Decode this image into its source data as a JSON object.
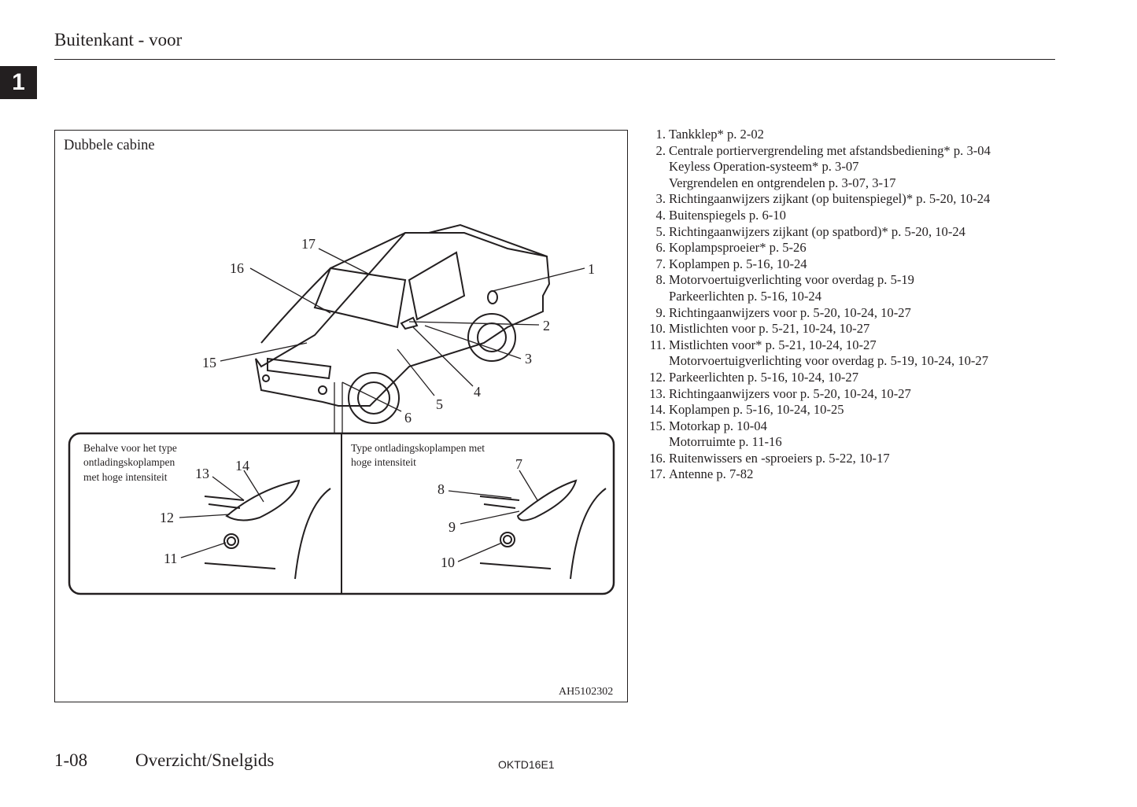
{
  "header": {
    "title": "Buitenkant - voor",
    "chapter_tab": "1"
  },
  "figure": {
    "title": "Dubbele cabine",
    "code": "AH5102302",
    "inset_left": {
      "caption": [
        "Behalve voor het type",
        "ontladingskoplampen",
        "met hoge intensiteit"
      ],
      "callouts": [
        "13",
        "14",
        "12",
        "11"
      ]
    },
    "inset_right": {
      "caption": [
        "Type ontladingskoplampen met",
        "hoge intensiteit"
      ],
      "callouts": [
        "7",
        "8",
        "9",
        "10"
      ]
    },
    "callouts": [
      "17",
      "16",
      "1",
      "2",
      "3",
      "4",
      "5",
      "6",
      "15"
    ]
  },
  "list": [
    {
      "num": "1.",
      "lines": [
        "Tankklep* p. 2-02"
      ]
    },
    {
      "num": "2.",
      "lines": [
        "Centrale portiervergrendeling met afstandsbediening* p. 3-04",
        "Keyless Operation-systeem* p. 3-07",
        "Vergrendelen en ontgrendelen p. 3-07, 3-17"
      ]
    },
    {
      "num": "3.",
      "lines": [
        "Richtingaanwijzers zijkant (op buitenspiegel)* p. 5-20, 10-24"
      ]
    },
    {
      "num": "4.",
      "lines": [
        "Buitenspiegels p. 6-10"
      ]
    },
    {
      "num": "5.",
      "lines": [
        "Richtingaanwijzers zijkant (op spatbord)* p. 5-20, 10-24"
      ]
    },
    {
      "num": "6.",
      "lines": [
        "Koplampsproeier* p. 5-26"
      ]
    },
    {
      "num": "7.",
      "lines": [
        "Koplampen p. 5-16, 10-24"
      ]
    },
    {
      "num": "8.",
      "lines": [
        "Motorvoertuigverlichting voor overdag p. 5-19",
        "Parkeerlichten p. 5-16, 10-24"
      ]
    },
    {
      "num": "9.",
      "lines": [
        "Richtingaanwijzers voor p. 5-20, 10-24, 10-27"
      ]
    },
    {
      "num": "10.",
      "lines": [
        "Mistlichten voor p. 5-21, 10-24, 10-27"
      ]
    },
    {
      "num": "11.",
      "lines": [
        "Mistlichten voor* p. 5-21, 10-24, 10-27",
        "Motorvoertuigverlichting voor overdag p. 5-19, 10-24, 10-27"
      ]
    },
    {
      "num": "12.",
      "lines": [
        "Parkeerlichten p. 5-16, 10-24, 10-27"
      ]
    },
    {
      "num": "13.",
      "lines": [
        "Richtingaanwijzers voor p. 5-20, 10-24, 10-27"
      ]
    },
    {
      "num": "14.",
      "lines": [
        "Koplampen p. 5-16, 10-24, 10-25"
      ]
    },
    {
      "num": "15.",
      "lines": [
        "Motorkap p. 10-04",
        "Motorruimte p. 11-16"
      ]
    },
    {
      "num": "16.",
      "lines": [
        "Ruitenwissers en -sproeiers p. 5-22, 10-17"
      ]
    },
    {
      "num": "17.",
      "lines": [
        "Antenne p. 7-82"
      ]
    }
  ],
  "footer": {
    "page": "1-08",
    "section": "Overzicht/Snelgids",
    "doc_code": "OKTD16E1"
  }
}
